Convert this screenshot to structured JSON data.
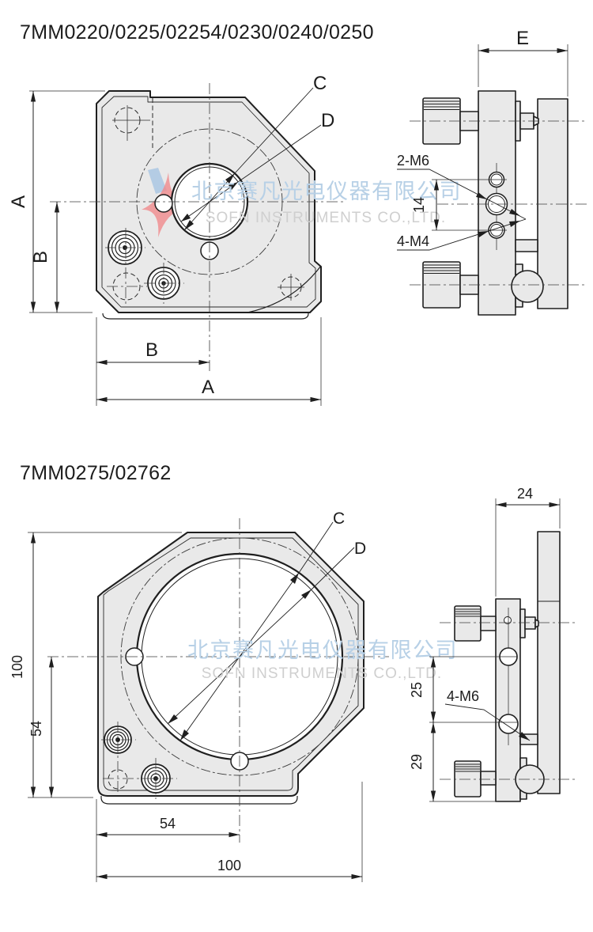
{
  "titles": {
    "section1": "7MM0220/0225/02254/0230/0240/0250",
    "section2": "7MM0275/02762"
  },
  "watermark": {
    "cn": "北京赛凡光电仪器有限公司",
    "en": "SOFN INSTRUMENTS CO.,LTD.",
    "cn_color": "#b7d0e6",
    "en_color": "#cfcfcf",
    "logo_red": "#f08a8c",
    "logo_blue": "#aac7e3"
  },
  "section1": {
    "front": {
      "dim_a_left": "A",
      "dim_b_left": "B",
      "dim_b_bottom": "B",
      "dim_a_bottom": "A",
      "dia_outer": "C",
      "dia_inner": "D"
    },
    "side": {
      "dim_thickness": "E",
      "holes_top": "2-M6",
      "dim_spacing": "14",
      "holes_bottom": "4-M4"
    }
  },
  "section2": {
    "front": {
      "dim_height": "100",
      "dim_height_inner": "54",
      "dim_width_inner": "54",
      "dim_width": "100",
      "dia_outer": "C",
      "dia_inner": "D"
    },
    "side": {
      "dim_thickness": "24",
      "dim_spacing_upper": "25",
      "dim_spacing_lower": "29",
      "holes": "4-M6"
    }
  },
  "colors": {
    "line": "#1f1f1f",
    "plate_fill": "#e9e9e9",
    "background": "#ffffff"
  }
}
